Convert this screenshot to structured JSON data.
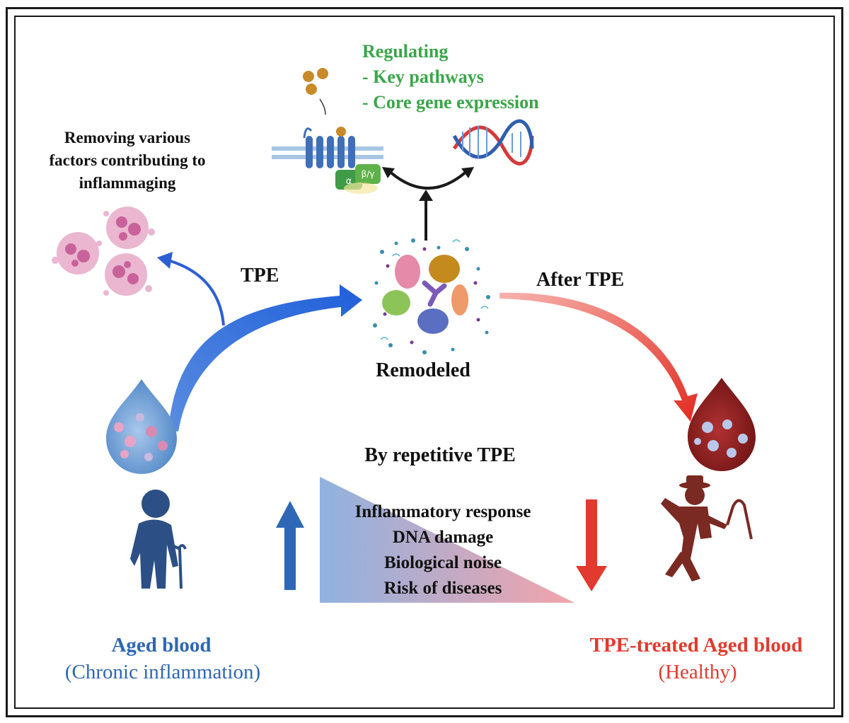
{
  "labels": {
    "regulating_title": "Regulating",
    "regulating_item1": "- Key pathways",
    "regulating_item2": "- Core gene expression",
    "removing_line1": "Removing various",
    "removing_line2": "factors contributing to",
    "removing_line3": "inflammaging",
    "tpe": "TPE",
    "after_tpe": "After TPE",
    "remodeled": "Remodeled",
    "by_repetitive": "By repetitive TPE",
    "effects": [
      "Inflammatory response",
      "DNA damage",
      "Biological noise",
      "Risk of diseases"
    ],
    "aged_blood": "Aged blood",
    "aged_blood_sub": "(Chronic inflammation)",
    "treated_blood": "TPE-treated Aged blood",
    "treated_blood_sub": "(Healthy)",
    "g_alpha": "α",
    "g_betagamma": "β/γ"
  },
  "colors": {
    "blue": "#2e67b5",
    "red": "#e23a2e",
    "green": "#3aa64a",
    "dark_red": "#8a1c1c",
    "person_blue": "#2c4f86",
    "person_red": "#7a2a22"
  },
  "icons": {
    "receptor": "gpcr-receptor-icon",
    "dna": "dna-helix-icon",
    "cells": "inflammatory-cell-icon",
    "proteins": "plasma-protein-cluster-icon",
    "aged_drop": "blood-drop-icon",
    "treated_drop": "blood-drop-icon",
    "elder": "elderly-person-icon",
    "dancer": "dancing-elder-icon"
  }
}
